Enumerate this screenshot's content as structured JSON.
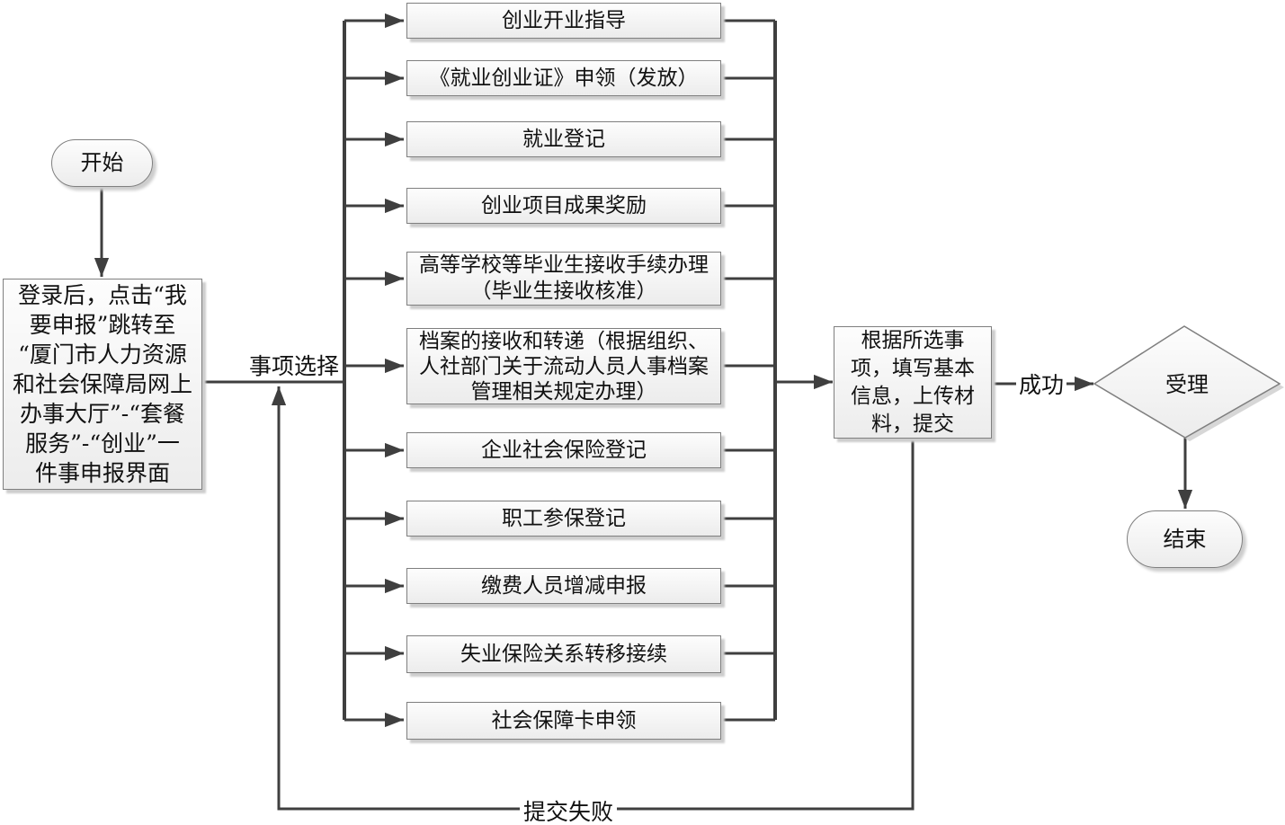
{
  "nodes": {
    "start": {
      "label": "开始"
    },
    "login": {
      "label": "登录后，点击“我\n要申报”跳转至\n“厦门市人力资源\n和社会保障局网上\n办事大厅”-“套餐\n服务”-“创业”一\n件事申报界面"
    },
    "submit": {
      "label": "根据所选事\n项，填写基本\n信息，上传材\n料，提交"
    },
    "accept": {
      "label": "受理"
    },
    "end": {
      "label": "结束"
    }
  },
  "tasks": [
    "创业开业指导",
    "《就业创业证》申领（发放）",
    "就业登记",
    "创业项目成果奖励",
    "高等学校等毕业生接收手续办理\n（毕业生接收核准）",
    "档案的接收和转递（根据组织、\n人社部门关于流动人员人事档案\n管理相关规定办理）",
    "企业社会保险登记",
    "职工参保登记",
    "缴费人员增减申报",
    "失业保险关系转移接续",
    "社会保障卡申领"
  ],
  "edge_labels": {
    "select": "事项选择",
    "success": "成功",
    "fail": "提交失败"
  },
  "colors": {
    "line": "#3f3f3f",
    "node_border": "#7f7f7f",
    "node_fill_top": "#fdfdfd",
    "node_fill_bottom": "#ececec",
    "shadow": "#cdcdcd",
    "text": "#111111",
    "background": "#ffffff"
  }
}
